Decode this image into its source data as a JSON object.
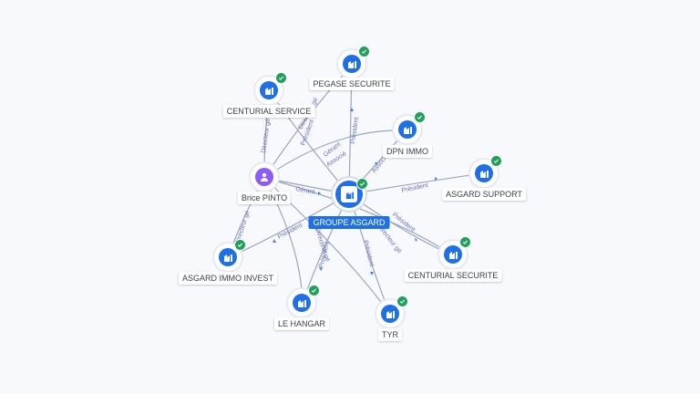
{
  "center": {
    "label": "GROUPE ASGARD",
    "icon": "building-icon",
    "verified": true
  },
  "nodes": [
    {
      "id": "pegase",
      "label": "PEGASE SECURITE",
      "type": "company",
      "verified": true
    },
    {
      "id": "centurial_service",
      "label": "CENTURIAL SERVICE",
      "type": "company",
      "verified": true
    },
    {
      "id": "dpn_immo",
      "label": "DPN IMMO",
      "type": "company",
      "verified": true
    },
    {
      "id": "brice",
      "label": "Brice PINTO",
      "type": "person",
      "verified": false
    },
    {
      "id": "asgard_support",
      "label": "ASGARD SUPPORT",
      "type": "company",
      "verified": true
    },
    {
      "id": "asgard_immo",
      "label": "ASGARD IMMO INVEST",
      "type": "company",
      "verified": true
    },
    {
      "id": "centurial_securite",
      "label": "CENTURIAL SECURITE",
      "type": "company",
      "verified": true
    },
    {
      "id": "le_hangar",
      "label": "LE HANGAR",
      "type": "company",
      "verified": true
    },
    {
      "id": "tyr",
      "label": "TYR",
      "type": "company",
      "verified": true
    }
  ],
  "edge_labels": {
    "pegase": "Président",
    "centurial_service_1": "Président",
    "centurial_service_2": "Directeur gé",
    "dpn_immo": "Associé",
    "brice_gerant": "Gérant",
    "brice_gerant_2": "Gérant",
    "brice_associe": "Associé",
    "brice_directeur": "Directeur gé",
    "asgard_support": "Président",
    "asgard_immo": "Président",
    "centurial_securite_1": "Président",
    "centurial_securite_2": "Directeur gé",
    "le_hangar_1": "Président",
    "le_hangar_2": "Directeur gé",
    "tyr": "Président"
  },
  "colors": {
    "accent": "#1e6fe8",
    "verified": "#20a05a",
    "person": "#8b5cf6",
    "edge": "#9aa6bd"
  }
}
